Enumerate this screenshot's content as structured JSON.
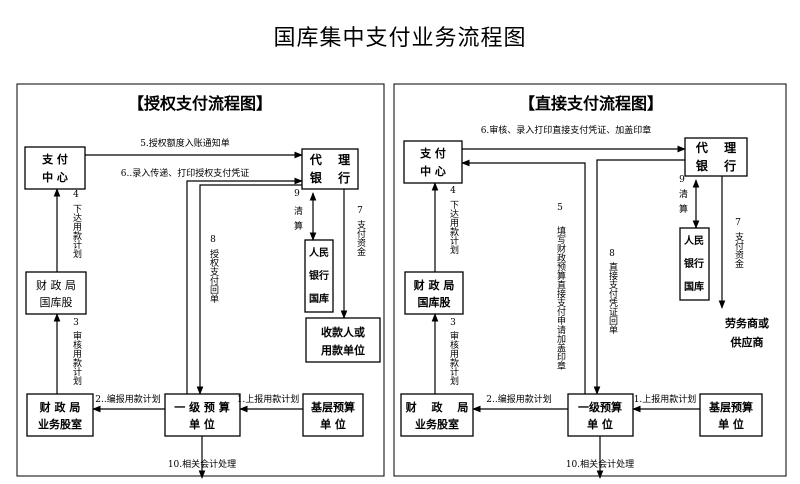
{
  "title": "国库集中支付业务流程图",
  "left": {
    "heading": "【授权支付流程图】",
    "nodes": {
      "pay_center": [
        "支 付",
        "中 心"
      ],
      "agent_bank": [
        "代　 理",
        "银　 行"
      ],
      "finance_treasury": [
        "财 政 局",
        "国库股"
      ],
      "pboc": [
        "人民",
        "银行",
        "国库"
      ],
      "payee": [
        "收款人或",
        "用款单位"
      ],
      "finance_budget": [
        "财 政 局",
        "业务股室"
      ],
      "first_unit": [
        "一 级 预 算",
        "单 位"
      ],
      "base_unit": [
        "基层预算",
        "单 位"
      ]
    },
    "steps": {
      "s1": "1.上报用款计划",
      "s2": "2..编报用款计划",
      "s3_num": "3",
      "s3_text": "审核用款计划",
      "s4_num": "4",
      "s4_text": "下达用款计划",
      "s5": "5.授权额度入账通知单",
      "s6": "6..录入传递、打印授权支付凭证",
      "s7_num": "7",
      "s7_text": "支付资金",
      "s8_num": "8",
      "s8_text": "授权支付回单",
      "s9_num": "9",
      "s9_text": "清算",
      "s10": "10.相关会计处理"
    }
  },
  "right": {
    "heading": "【直接支付流程图】",
    "nodes": {
      "pay_center": [
        "支 付",
        "中 心"
      ],
      "agent_bank": [
        "代　 理",
        "银　 行"
      ],
      "finance_treasury": [
        "财 政 局",
        "国库股"
      ],
      "pboc": [
        "人民",
        "银行",
        "国库"
      ],
      "supplier": [
        "劳务商或",
        "供应商"
      ],
      "finance_budget": [
        "财　 政　 局",
        "业务股室"
      ],
      "first_unit": [
        "一级预算",
        "单 位"
      ],
      "base_unit": [
        "基层预算",
        "单 位"
      ]
    },
    "steps": {
      "s1": "1.上报用款计划",
      "s2": "2..编报用款计划",
      "s3_num": "3",
      "s3_text": "审核用款计划",
      "s4_num": "4",
      "s4_text": "下达用款计划",
      "s5_num": "5",
      "s5_text": "填写财政预算直接支付申请加盖印章",
      "s6": "6.审核、录入打印直接支付凭证、加盖印章",
      "s7_num": "7",
      "s7_text": "支付资金",
      "s8_num": "8",
      "s8_text": "直接支付凭证回单",
      "s9_num": "9",
      "s9_text": "清算",
      "s10": "10.相关会计处理"
    }
  }
}
